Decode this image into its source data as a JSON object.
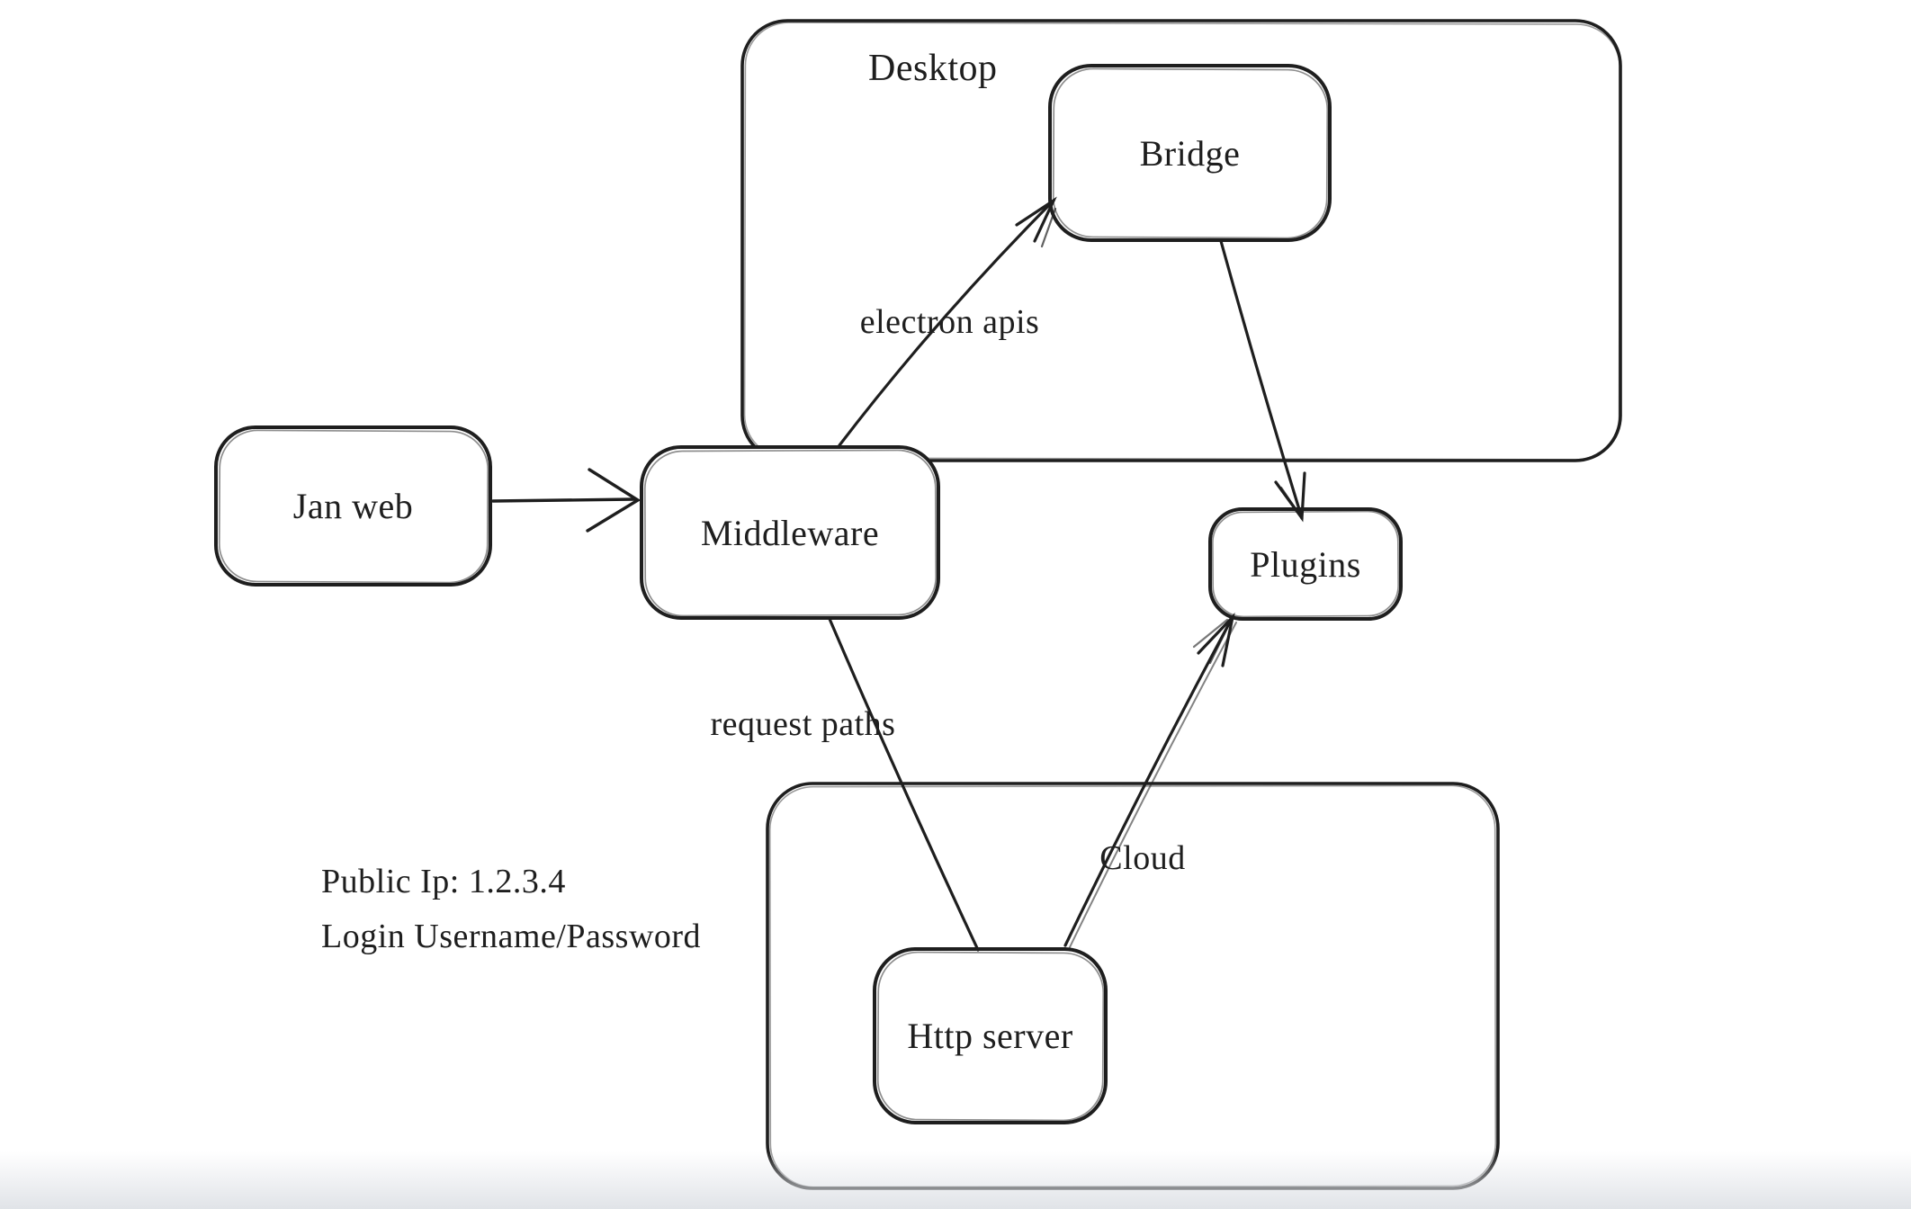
{
  "canvas": {
    "background": "#ffffff",
    "stroke_color": "#1e1e1e",
    "bottom_fade_color": "#dfe2e7"
  },
  "containers": {
    "desktop": {
      "label": "Desktop"
    },
    "cloud": {
      "label": "Cloud"
    }
  },
  "nodes": {
    "jan_web": {
      "label": "Jan web"
    },
    "middleware": {
      "label": "Middleware"
    },
    "bridge": {
      "label": "Bridge"
    },
    "plugins": {
      "label": "Plugins"
    },
    "http_server": {
      "label": "Http server"
    }
  },
  "edges": {
    "jan_web_to_middleware": {
      "from": "Jan web",
      "to": "Middleware",
      "label": ""
    },
    "middleware_to_bridge": {
      "from": "Middleware",
      "to": "Bridge",
      "label": "electron apis"
    },
    "bridge_to_plugins": {
      "from": "Bridge",
      "to": "Plugins",
      "label": ""
    },
    "middleware_to_http_server": {
      "from": "Middleware",
      "to": "Http server",
      "label": "request paths"
    },
    "http_server_to_plugins": {
      "from": "Http server",
      "to": "Plugins",
      "label": ""
    }
  },
  "annotations": {
    "public_ip": "Public Ip: 1.2.3.4",
    "login": "Login Username/Password"
  }
}
